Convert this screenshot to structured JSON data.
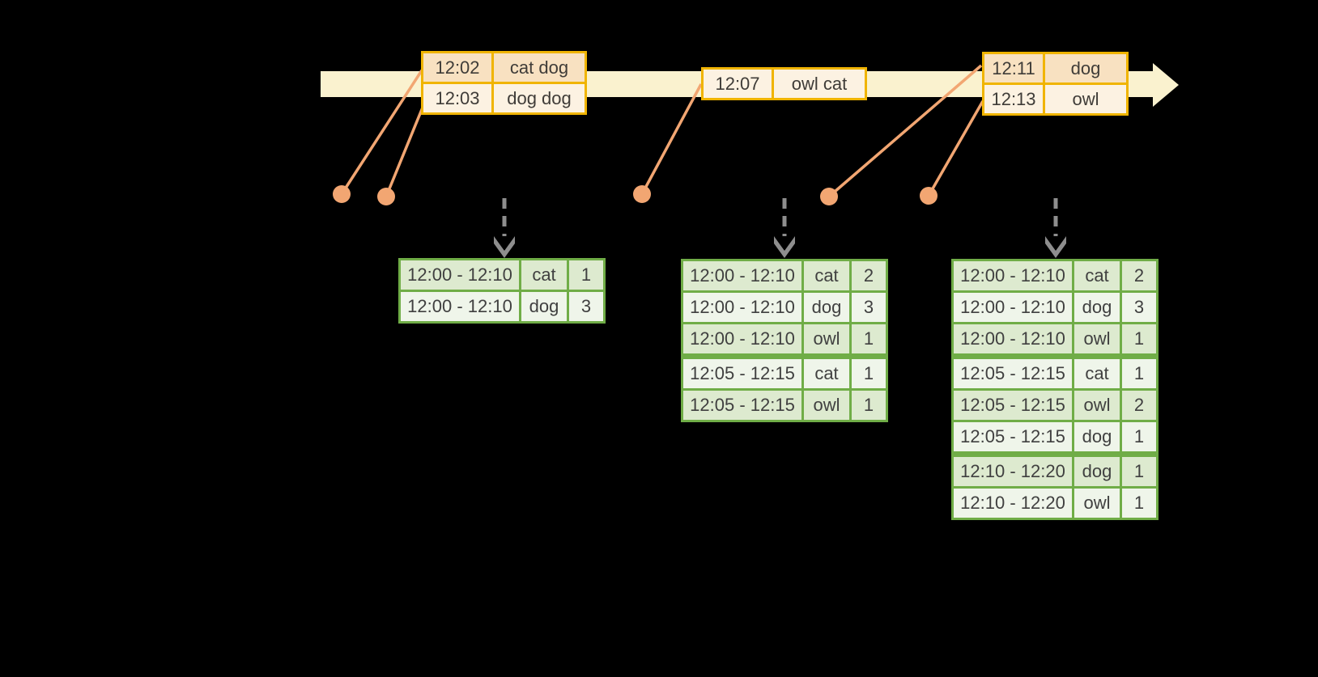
{
  "events": [
    {
      "rows": [
        {
          "time": "12:02",
          "words": "cat dog"
        },
        {
          "time": "12:03",
          "words": "dog dog"
        }
      ]
    },
    {
      "rows": [
        {
          "time": "12:07",
          "words": "owl cat"
        }
      ]
    },
    {
      "rows": [
        {
          "time": "12:11",
          "words": "dog"
        },
        {
          "time": "12:13",
          "words": "owl"
        }
      ]
    }
  ],
  "results": [
    {
      "rows": [
        {
          "window": "12:00 - 12:10",
          "word": "cat",
          "count": "1"
        },
        {
          "window": "12:00 - 12:10",
          "word": "dog",
          "count": "3"
        }
      ]
    },
    {
      "rows": [
        {
          "window": "12:00 - 12:10",
          "word": "cat",
          "count": "2"
        },
        {
          "window": "12:00 - 12:10",
          "word": "dog",
          "count": "3"
        },
        {
          "window": "12:00 - 12:10",
          "word": "owl",
          "count": "1"
        },
        {
          "window": "12:05 - 12:15",
          "word": "cat",
          "count": "1"
        },
        {
          "window": "12:05 - 12:15",
          "word": "owl",
          "count": "1"
        }
      ]
    },
    {
      "rows": [
        {
          "window": "12:00 - 12:10",
          "word": "cat",
          "count": "2"
        },
        {
          "window": "12:00 - 12:10",
          "word": "dog",
          "count": "3"
        },
        {
          "window": "12:00 - 12:10",
          "word": "owl",
          "count": "1"
        },
        {
          "window": "12:05 - 12:15",
          "word": "cat",
          "count": "1"
        },
        {
          "window": "12:05 - 12:15",
          "word": "owl",
          "count": "2"
        },
        {
          "window": "12:05 - 12:15",
          "word": "dog",
          "count": "1"
        },
        {
          "window": "12:10 - 12:20",
          "word": "dog",
          "count": "1"
        },
        {
          "window": "12:10 - 12:20",
          "word": "owl",
          "count": "1"
        }
      ]
    }
  ],
  "colors": {
    "background": "#000000",
    "timeline_band": "#FAF2CF",
    "event_table_border": "#F0B400",
    "event_row_dark": "#F8E1C1",
    "event_row_light": "#FCF2E2",
    "event_marker_orange": "#F2A672",
    "result_table_border": "#70AD47",
    "result_row_dark": "#DDEACF",
    "result_row_light": "#EFF5EA",
    "trigger_arrow_gray": "#8E8E8E",
    "text": "#3F3C38"
  },
  "icons": {
    "timeline-arrowhead-icon": "right-pointing solid triangle ending the timeline band",
    "event-dot-icon": "filled orange circle marking an event on the timeline",
    "event-connector-line": "orange line from event dot to event table",
    "trigger-arrowhead-icon": "gray dashed downward arrow into a result table"
  }
}
